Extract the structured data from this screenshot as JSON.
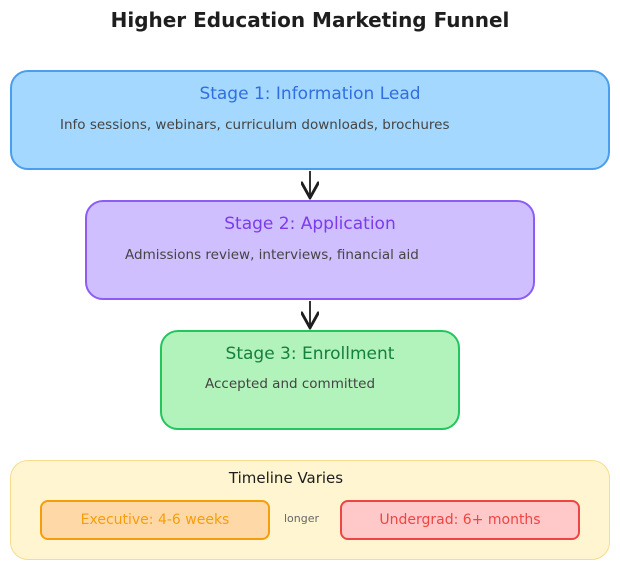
{
  "diagram_title": "Higher Education Marketing Funnel",
  "stages": [
    {
      "title": "Stage 1: Information Lead",
      "description": "Info sessions, webinars, curriculum downloads, brochures",
      "fill": "#a5d8ff",
      "stroke": "#4a9eed",
      "text_color": "#2f6fe0"
    },
    {
      "title": "Stage 2: Application",
      "description": "Admissions review, interviews, financial aid",
      "fill": "#d0bfff",
      "stroke": "#8b5cf6",
      "text_color": "#7c3aed"
    },
    {
      "title": "Stage 3: Enrollment",
      "description": "Accepted and committed",
      "fill": "#b2f2bb",
      "stroke": "#22c55e",
      "text_color": "#15803d"
    }
  ],
  "timeline": {
    "title": "Timeline Varies",
    "executive": "Executive: 4-6 weeks",
    "undergrad": "Undergrad: 6+ months",
    "arrow_label": "longer"
  }
}
